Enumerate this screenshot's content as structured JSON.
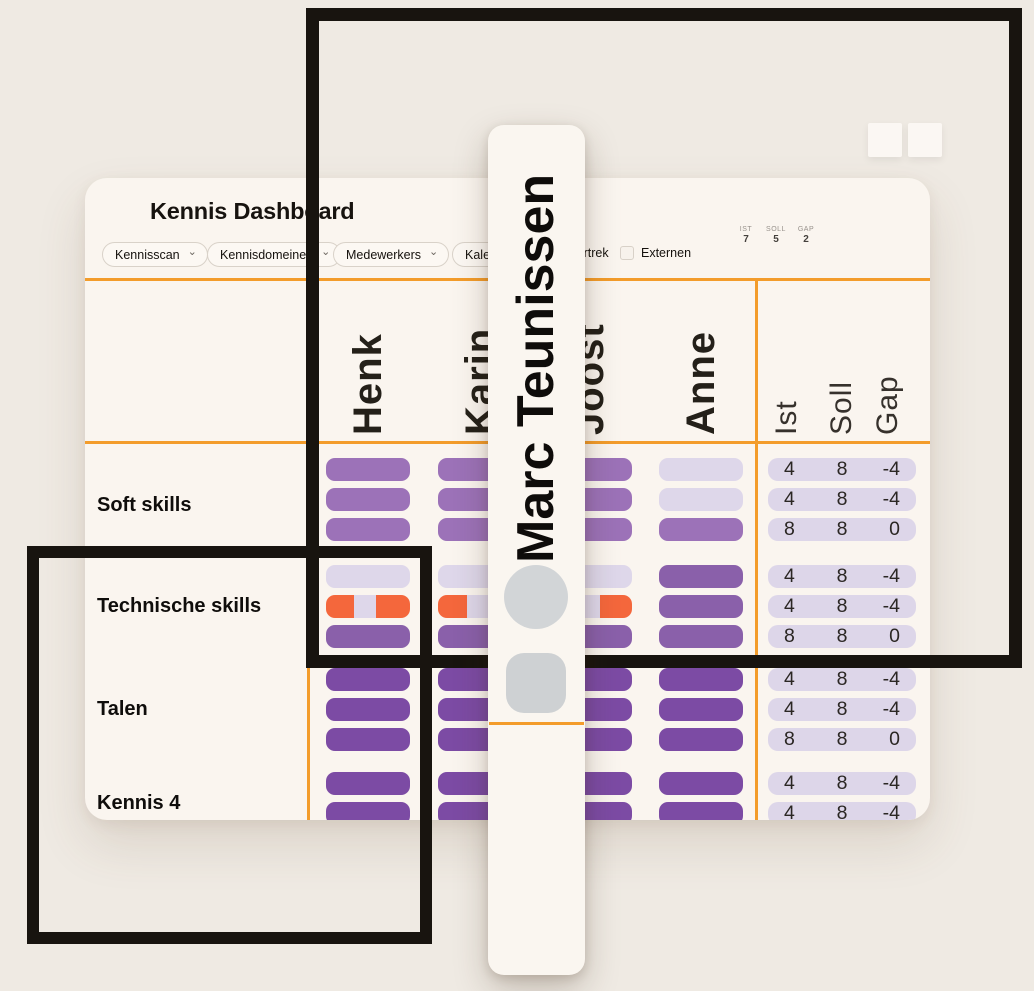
{
  "colors": {
    "page_bg": "#EFEAE3",
    "card_bg": "#FAF5EF",
    "accent_orange_line": "#F39C2B",
    "cell_orange": "#F4673C",
    "cell_lavender": "#DED7EA",
    "metric_pill_bg": "#DDD6E9",
    "overlay_black": "#18140F",
    "purple_soft": "#9C72B8",
    "purple_tech": "#8A60AA",
    "purple_deep": "#7C4BA4"
  },
  "header": {
    "title": "Kennis Dashboard",
    "dropdowns": [
      {
        "label": "Kennisscan"
      },
      {
        "label": "Kennisdomeinen"
      },
      {
        "label": "Medewerkers"
      },
      {
        "label": "Kalender"
      }
    ],
    "checkboxes": [
      {
        "label": "Vertrek",
        "checked": false
      },
      {
        "label": "Externen",
        "checked": false
      }
    ],
    "stats": [
      {
        "label": "IST",
        "value": "7"
      },
      {
        "label": "SOLL",
        "value": "5"
      },
      {
        "label": "GAP",
        "value": "2"
      }
    ]
  },
  "matrix": {
    "people": [
      "Henk",
      "Karin",
      "Joost",
      "Anne"
    ],
    "metric_headers": [
      "Ist",
      "Soll",
      "Gap"
    ],
    "groups": [
      {
        "label": "Soft skills",
        "color_key": "purple_soft",
        "rows": [
          {
            "cells": [
              [
                [
                  "p",
                  100
                ]
              ],
              [
                [
                  "p",
                  100
                ]
              ],
              [
                [
                  "p",
                  100
                ]
              ],
              [
                [
                  "l",
                  100
                ]
              ]
            ],
            "metrics": [
              "4",
              "8",
              "-4"
            ]
          },
          {
            "cells": [
              [
                [
                  "p",
                  100
                ]
              ],
              [
                [
                  "p",
                  100
                ]
              ],
              [
                [
                  "p",
                  100
                ]
              ],
              [
                [
                  "l",
                  100
                ]
              ]
            ],
            "metrics": [
              "4",
              "8",
              "-4"
            ]
          },
          {
            "cells": [
              [
                [
                  "p",
                  100
                ]
              ],
              [
                [
                  "p",
                  100
                ]
              ],
              [
                [
                  "p",
                  100
                ]
              ],
              [
                [
                  "p",
                  100
                ]
              ]
            ],
            "metrics": [
              "8",
              "8",
              "0"
            ]
          }
        ]
      },
      {
        "label": "Technische skills",
        "color_key": "purple_tech",
        "rows": [
          {
            "cells": [
              [
                [
                  "l",
                  100
                ]
              ],
              [
                [
                  "l",
                  100
                ]
              ],
              [
                [
                  "l",
                  100
                ]
              ],
              [
                [
                  "p",
                  100
                ]
              ]
            ],
            "metrics": [
              "4",
              "8",
              "-4"
            ]
          },
          {
            "cells": [
              [
                [
                  "o",
                  33
                ],
                [
                  "l",
                  27
                ],
                [
                  "o",
                  40
                ]
              ],
              [
                [
                  "o",
                  35
                ],
                [
                  "l",
                  65
                ]
              ],
              [
                [
                  "l",
                  62
                ],
                [
                  "o",
                  38
                ]
              ],
              [
                [
                  "p",
                  100
                ]
              ]
            ],
            "metrics": [
              "4",
              "8",
              "-4"
            ]
          },
          {
            "cells": [
              [
                [
                  "p",
                  100
                ]
              ],
              [
                [
                  "p",
                  100
                ]
              ],
              [
                [
                  "p",
                  100
                ]
              ],
              [
                [
                  "p",
                  100
                ]
              ]
            ],
            "metrics": [
              "8",
              "8",
              "0"
            ]
          }
        ]
      },
      {
        "label": "Talen",
        "color_key": "purple_deep",
        "rows": [
          {
            "cells": [
              [
                [
                  "p",
                  100
                ]
              ],
              [
                [
                  "p",
                  100
                ]
              ],
              [
                [
                  "p",
                  100
                ]
              ],
              [
                [
                  "p",
                  100
                ]
              ]
            ],
            "metrics": [
              "4",
              "8",
              "-4"
            ]
          },
          {
            "cells": [
              [
                [
                  "p",
                  100
                ]
              ],
              [
                [
                  "p",
                  100
                ]
              ],
              [
                [
                  "p",
                  100
                ]
              ],
              [
                [
                  "p",
                  100
                ]
              ]
            ],
            "metrics": [
              "4",
              "8",
              "-4"
            ]
          },
          {
            "cells": [
              [
                [
                  "p",
                  100
                ]
              ],
              [
                [
                  "p",
                  100
                ]
              ],
              [
                [
                  "p",
                  100
                ]
              ],
              [
                [
                  "p",
                  100
                ]
              ]
            ],
            "metrics": [
              "8",
              "8",
              "0"
            ]
          }
        ]
      },
      {
        "label": "Kennis 4",
        "color_key": "purple_deep",
        "rows": [
          {
            "cells": [
              [
                [
                  "p",
                  100
                ]
              ],
              [
                [
                  "p",
                  100
                ]
              ],
              [
                [
                  "p",
                  100
                ]
              ],
              [
                [
                  "p",
                  100
                ]
              ]
            ],
            "metrics": [
              "4",
              "8",
              "-4"
            ]
          },
          {
            "cells": [
              [
                [
                  "p",
                  100
                ]
              ],
              [
                [
                  "p",
                  100
                ]
              ],
              [
                [
                  "p",
                  100
                ]
              ],
              [
                [
                  "p",
                  100
                ]
              ]
            ],
            "metrics": [
              "4",
              "8",
              "-4"
            ]
          }
        ]
      }
    ]
  },
  "drag_card": {
    "name": "Marc Teunissen"
  }
}
